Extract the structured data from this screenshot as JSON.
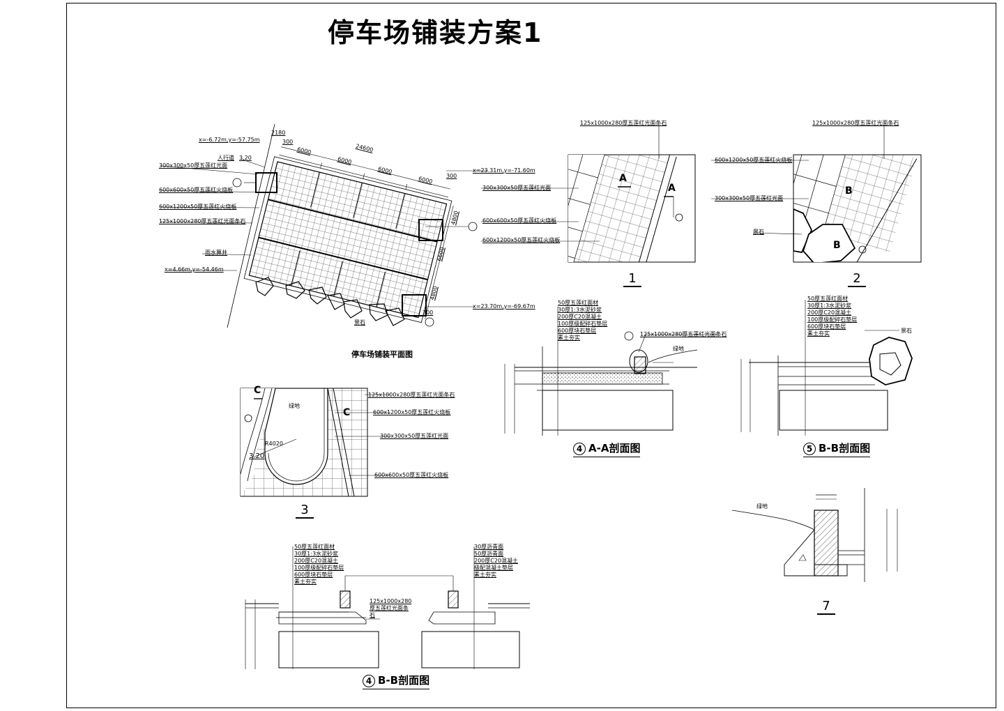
{
  "title": "停车场铺装方案1",
  "plan": {
    "caption": "停车场铺装平面图",
    "coords": [
      "x=-6.72m,y=-57.75m",
      "x=23.31m,y=-71.60m",
      "x=4.66m,y=-54.46m",
      "x=23.70m,y=-69.67m"
    ],
    "labels": [
      "人行道",
      "300x300x50厚五莲红光面",
      "600x600x50厚五莲红火烧板",
      "600x1200x50厚五莲红火烧板",
      "125x1000x280厚五莲红光面条石",
      "雨水箅井",
      "景石"
    ],
    "elevation": "3.20",
    "dims": [
      "24600",
      "6000",
      "6000",
      "6000",
      "6000",
      "4800",
      "6600",
      "4800",
      "2180",
      "300",
      "300",
      "300"
    ]
  },
  "detail1": {
    "num": "1",
    "labels": [
      "125x1000x280厚五莲红光面条石",
      "300x300x50厚五莲红光面",
      "600x600x50厚五莲红火烧板",
      "600x1200x50厚五莲红火烧板"
    ],
    "marks": [
      "A",
      "A"
    ]
  },
  "detail2": {
    "num": "2",
    "labels": [
      "125x1000x280厚五莲红光面条石",
      "600x1200x50厚五莲红火烧板",
      "300x300x50厚五莲红光面",
      "景石"
    ],
    "marks": [
      "B",
      "B"
    ]
  },
  "detail3": {
    "num": "3",
    "labels": [
      "125x1000x280厚五莲红光面条石",
      "600x1200x50厚五莲红火烧板",
      "300x300x50厚五莲红光面",
      "600x600x50厚五莲红火烧板",
      "绿地"
    ],
    "marks": [
      "C",
      "C"
    ],
    "radius": "R4020",
    "elevation": "3.20"
  },
  "sectionA": {
    "caption": "A-A剖面图",
    "num": "4",
    "layers": [
      "50厚五莲红面材",
      "30厚1:3水泥砂浆",
      "200厚C20混凝土",
      "100厚级配碎石垫层",
      "600厚块石垫层",
      "素土夯实"
    ],
    "callout": "125x1000x280厚五莲红光面条石",
    "side": "绿地"
  },
  "sectionB": {
    "caption": "B-B剖面图",
    "num": "5",
    "layers": [
      "50厚五莲红面材",
      "30厚1:3水泥砂浆",
      "200厚C20混凝土",
      "100厚级配碎石垫层",
      "600厚块石垫层",
      "素土夯实"
    ],
    "callout": "景石"
  },
  "sectionB2": {
    "caption": "B-B剖面图",
    "num": "4",
    "layersLeft": [
      "50厚五莲红面材",
      "30厚1:3水泥砂浆",
      "200厚C20混凝土",
      "100厚级配碎石垫层",
      "600厚块石垫层",
      "素土夯实"
    ],
    "layersRight": [
      "30厚沥青面",
      "50厚沥青面",
      "200厚C20混凝土",
      "级配混凝土垫层",
      "素土夯实"
    ],
    "callout": "125x1000x280厚五莲红光面条石"
  },
  "detail7": {
    "num": "7",
    "label": "绿地"
  }
}
